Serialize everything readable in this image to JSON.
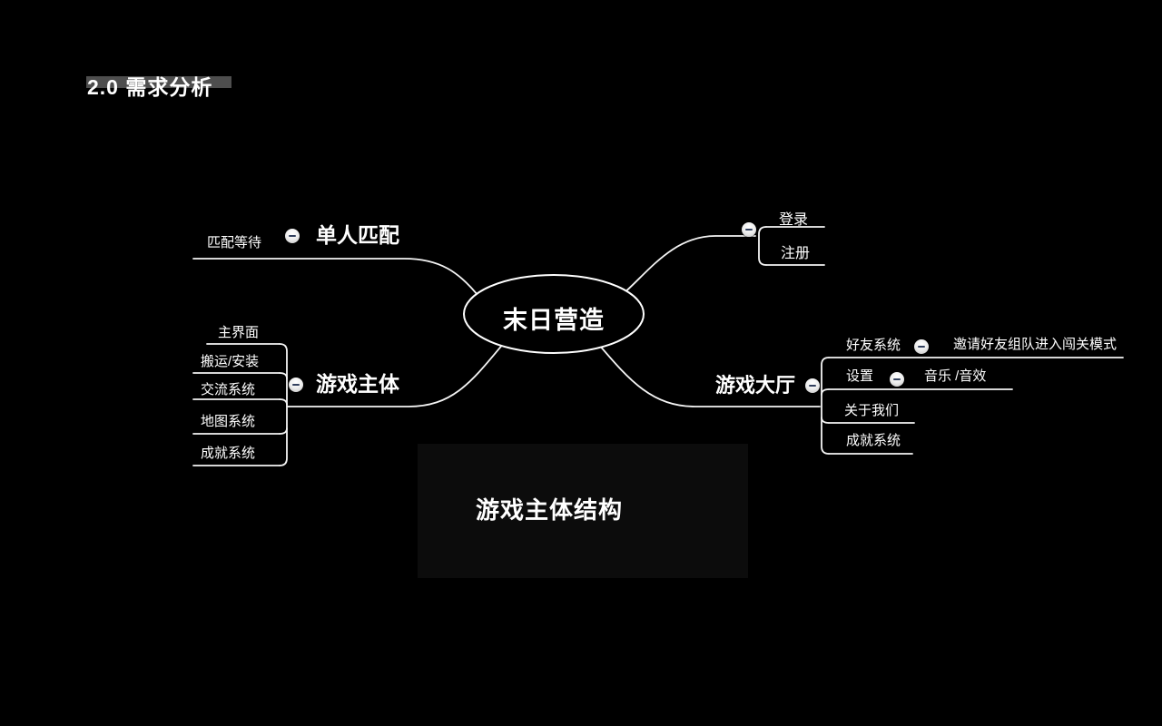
{
  "title": "2.0 需求分析",
  "caption": "游戏主体结构",
  "root": {
    "label": "末日营造"
  },
  "branches": {
    "single_match": {
      "label": "单人匹配",
      "wait": "匹配等待"
    },
    "auth": {
      "login": "登录",
      "register": "注册"
    },
    "game_body": {
      "label": "游戏主体",
      "children": [
        "主界面",
        "搬运/安装",
        "交流系统",
        "地图系统",
        "成就系统"
      ]
    },
    "game_hall": {
      "label": "游戏大厅",
      "friends": "好友系统",
      "friends_child": "邀请好友组队进入闯关模式",
      "settings": "设置",
      "settings_child": "音乐 /音效",
      "about": "关于我们",
      "achievement": "成就系统"
    }
  },
  "icons": {
    "collapse": "minus-circle"
  },
  "colors": {
    "background": "#000000",
    "line": "#f5f5f5",
    "text": "#ffffff",
    "title_highlight": "#4e4e4e",
    "icon_fill": "#ececec",
    "icon_minus": "#32405e",
    "caption_panel": "#0c0c0c"
  }
}
